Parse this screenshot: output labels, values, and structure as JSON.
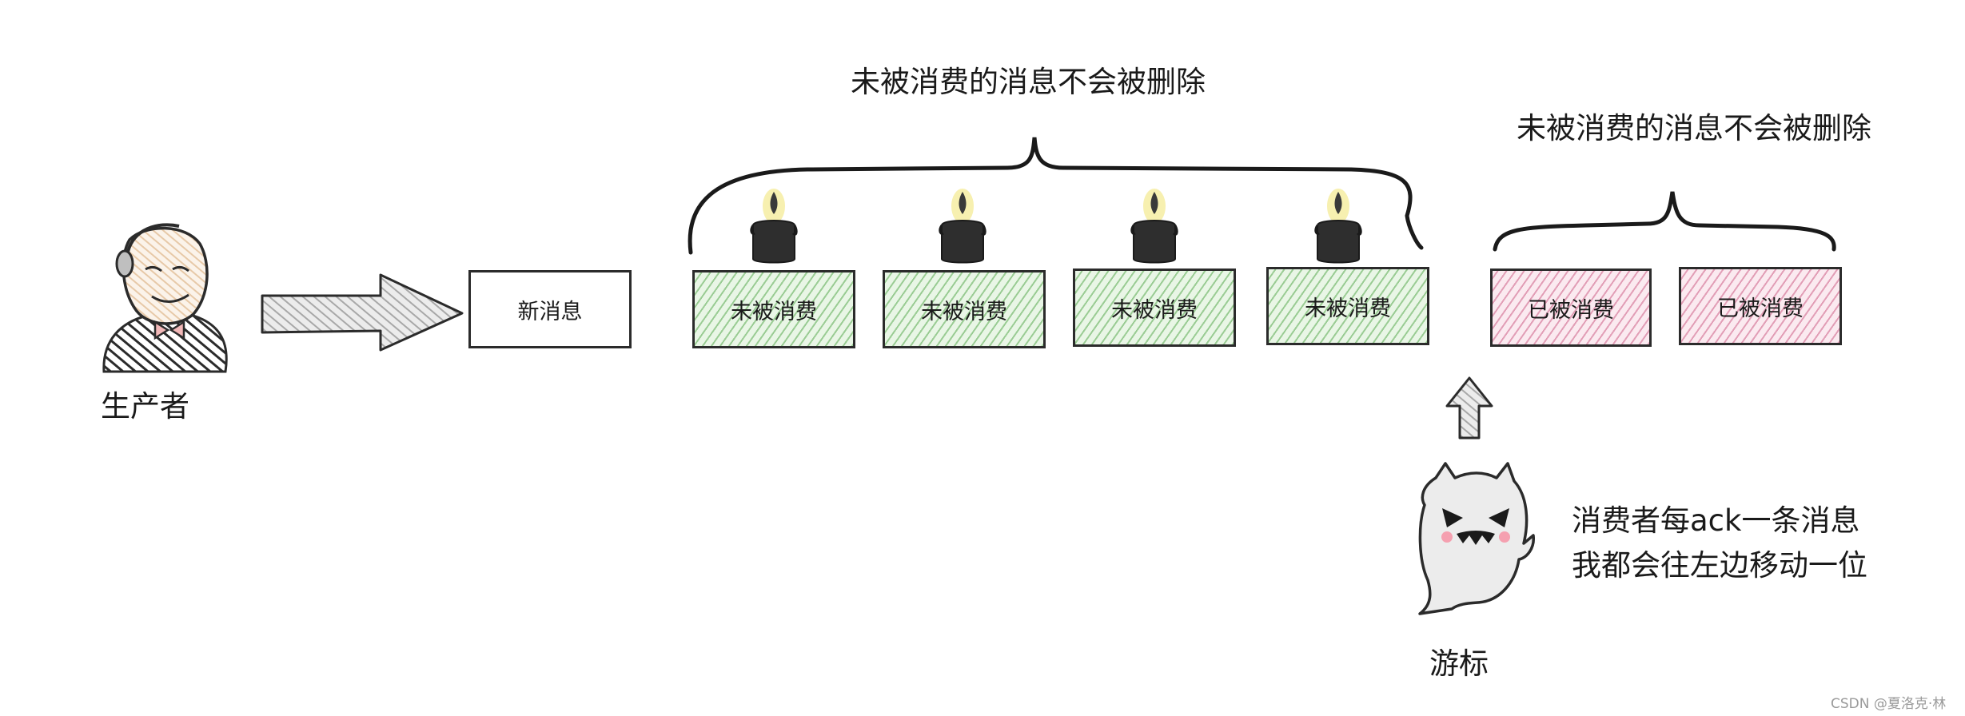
{
  "producer": {
    "label": "生产者",
    "icon": "producer-avatar-icon"
  },
  "new_message": {
    "label": "新消息"
  },
  "unconsumed_messages": [
    {
      "label": "未被消费"
    },
    {
      "label": "未被消费"
    },
    {
      "label": "未被消费"
    },
    {
      "label": "未被消费"
    }
  ],
  "consumed_messages": [
    {
      "label": "已被消费"
    },
    {
      "label": "已被消费"
    }
  ],
  "brace_unconsumed": {
    "title": "未被消费的消息不会被删除"
  },
  "brace_consumed": {
    "title": "未被消费的消息不会被删除"
  },
  "cursor": {
    "label": "游标",
    "icon": "ghost-icon",
    "note_line1": "消费者每ack一条消息",
    "note_line2": "我都会往左边移动一位"
  },
  "watermark": "CSDN @夏洛克·林",
  "colors": {
    "unconsumed_fill": "#e9f6e6",
    "unconsumed_hatch": "#5aaa50",
    "consumed_fill": "#fbeaf0",
    "consumed_hatch": "#cd5f87",
    "outline": "#2b2b2b",
    "arrow_fill": "#d9d9d9",
    "candle_flame": "#f5e66a"
  }
}
